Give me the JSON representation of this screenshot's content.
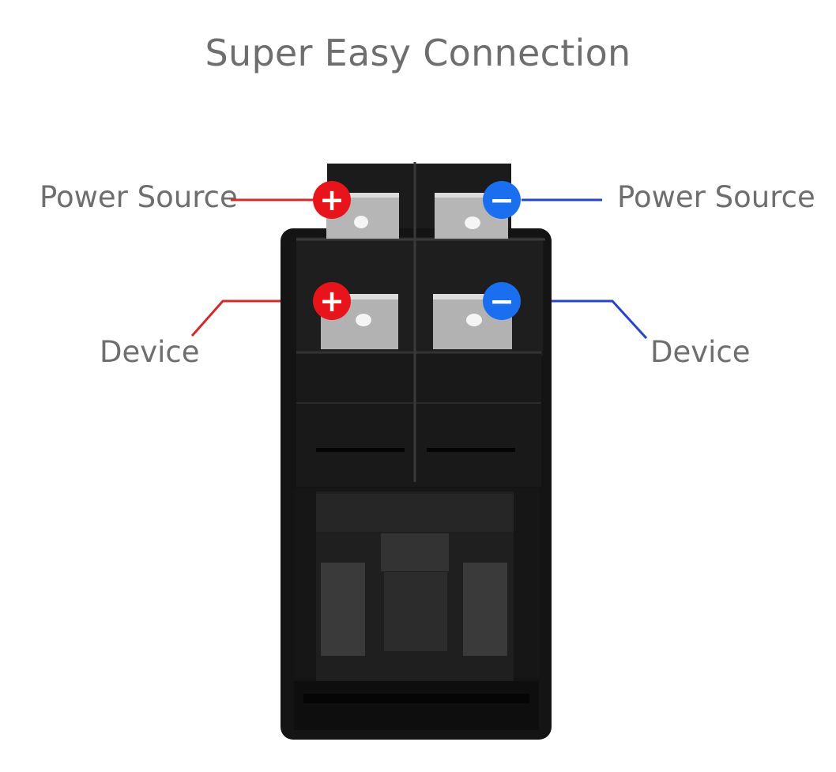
{
  "title": "Super Easy Connection",
  "labels": {
    "left_top": "Power Source",
    "right_top": "Power Source",
    "left_bottom": "Device",
    "right_bottom": "Device"
  },
  "markers": {
    "positive_symbol": "+",
    "negative_symbol": "−"
  },
  "colors": {
    "positive": "#e8141c",
    "negative": "#1a6ff0",
    "positive_line": "#d42a2a",
    "negative_line": "#2445c8",
    "text": "#6e6e6e",
    "switch_body": "#1a1a1a"
  }
}
